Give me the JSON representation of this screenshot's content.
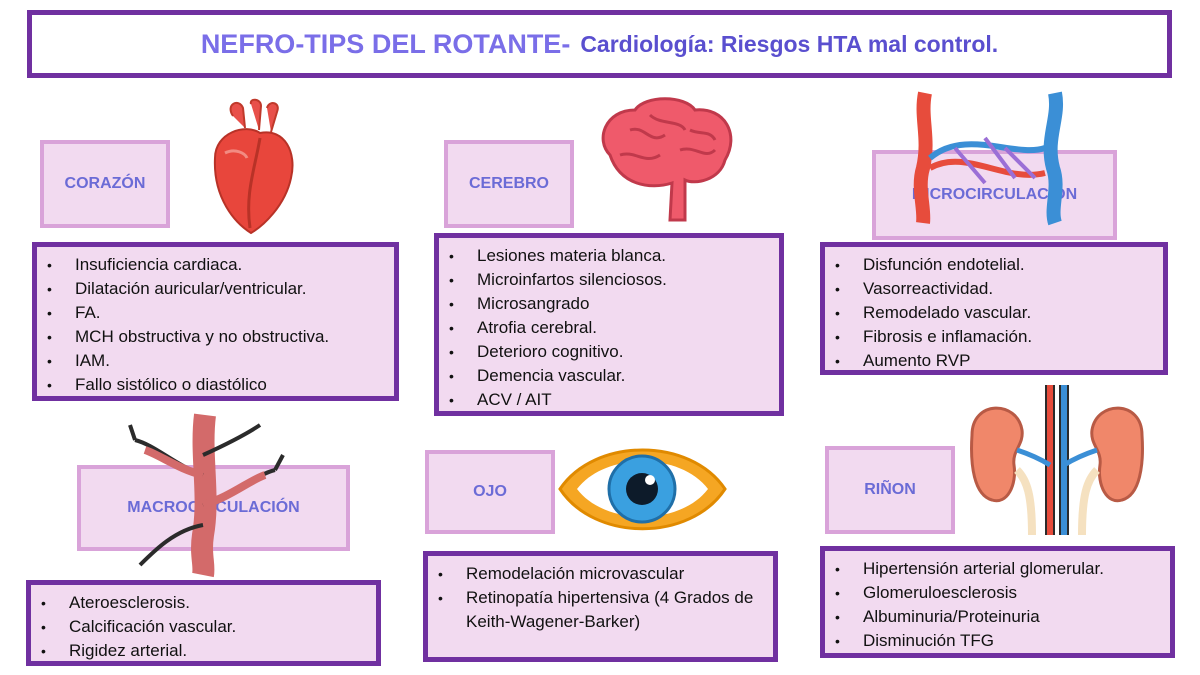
{
  "title": {
    "main": "NEFRO-TIPS DEL ROTANTE-",
    "sub": "Cardiología: Riesgos HTA mal control."
  },
  "sections": {
    "corazon": {
      "label": "CORAZÓN",
      "items": [
        "Insuficiencia cardiaca.",
        "Dilatación auricular/ventricular.",
        "FA.",
        "MCH obstructiva y no obstructiva.",
        "IAM.",
        "Fallo sistólico o diastólico"
      ]
    },
    "cerebro": {
      "label": "CEREBRO",
      "items": [
        "Lesiones materia blanca.",
        "Microinfartos silenciosos.",
        "Microsangrado",
        "Atrofia cerebral.",
        "Deterioro cognitivo.",
        "Demencia vascular.",
        "ACV  / AIT"
      ]
    },
    "microcirculacion": {
      "label": "MICROCIRCULACIÓN",
      "items": [
        "Disfunción endotelial.",
        "Vasorreactividad.",
        "Remodelado  vascular.",
        "Fibrosis e inflamación.",
        "Aumento  RVP"
      ]
    },
    "macrocirculacion": {
      "label": "MACROCIRCULACIÓN",
      "items": [
        "Ateroesclerosis.",
        "Calcificación vascular.",
        "Rigidez arterial."
      ]
    },
    "ojo": {
      "label": "OJO",
      "items": [
        "Remodelación microvascular",
        "Retinopatía hipertensiva (4 Grados de Keith-Wagener-Barker)"
      ]
    },
    "rinon": {
      "label": "RIÑON",
      "items": [
        "Hipertensión arterial glomerular.",
        "Glomeruloesclerosis",
        "Albuminuria/Proteinuria",
        "Disminución TFG"
      ]
    }
  },
  "colors": {
    "frame": "#7030a0",
    "label_bg": "#f2daf0",
    "label_text": "#6b6bd6"
  },
  "icons": [
    "heart-icon",
    "brain-icon",
    "blood-vessels-icon",
    "artery-icon",
    "eye-icon",
    "kidneys-icon"
  ]
}
